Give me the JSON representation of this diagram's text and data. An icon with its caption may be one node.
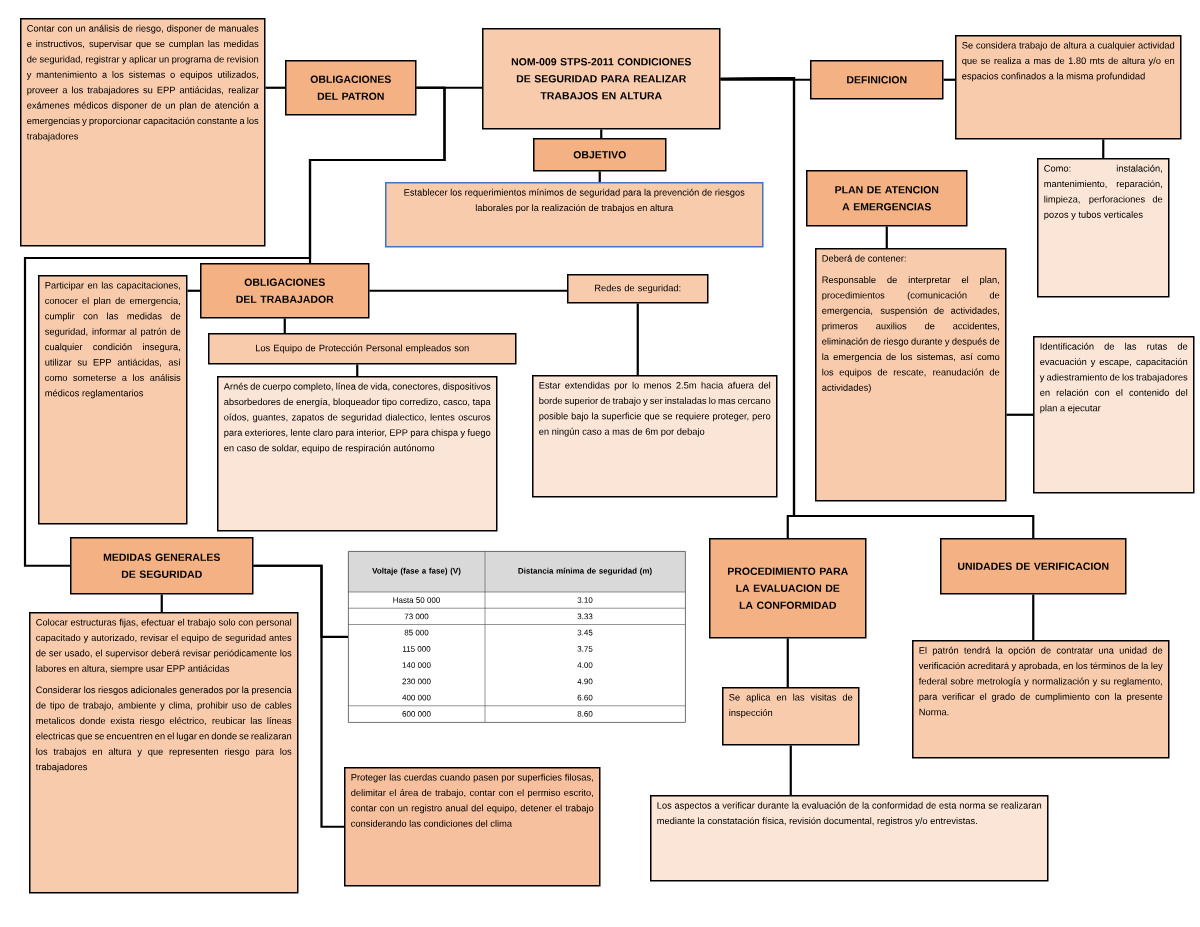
{
  "diagram": {
    "nodes": [
      {
        "text": [
          "NOM-009 STPS-2011 CONDICIONES DE SEGURIDAD PARA REALIZAR TRABAJOS EN ALTURA"
        ]
      },
      {
        "text": [
          "OBLIGACIONES DEL PATRON"
        ]
      },
      {
        "text": [
          "Contar con un análisis de riesgo, disponer de manuales e instructivos, supervisar que se cumplan las medidas de seguridad, registrar y aplicar un programa de revision y mantenimiento a los sistemas o equipos utilizados, proveer a los trabajadores su EPP antiácidas, realizar exámenes médicos disponer de un plan de atención a emergencias y proporcionar capacitación constante a los trabajadores"
        ]
      },
      {
        "text": [
          "OBJETIVO"
        ]
      },
      {
        "text": [
          "Establecer los requerimientos mínimos de seguridad para la prevención de riesgos laborales por la realización de trabajos en altura"
        ]
      },
      {
        "text": [
          "DEFINICION"
        ]
      },
      {
        "text": [
          "Se considera trabajo de altura a cualquier actividad que se realiza a mas de 1.80 mts de altura y/o en espacios confinados a la misma profundidad"
        ]
      },
      {
        "text": [
          "Como: instalación, mantenimiento, reparación, limpieza, perforaciones de pozos y tubos verticales"
        ]
      },
      {
        "text": [
          "PLAN DE ATENCION A EMERGENCIAS"
        ]
      },
      {
        "text": [
          "Deberá de contener:",
          "Responsable de interpretar el plan, procedimientos (comunicación de emergencia, suspensión de actividades, primeros auxilios de accidentes, eliminación de riesgo durante y después de la emergencia de los sistemas, así como los equipos de rescate, reanudación de actividades)"
        ]
      },
      {
        "text": [
          "Identificación de las rutas de evacuación y escape, capacitación y adiestramiento de los trabajadores en relación con el contenido del plan a ejecutar"
        ]
      },
      {
        "text": [
          "OBLIGACIONES DEL TRABAJADOR"
        ]
      },
      {
        "text": [
          "Participar en las capacitaciones, conocer el plan de emergencia, cumplir con las medidas de seguridad, informar al patrón de cualquier condición insegura, utilizar su EPP antiácidas, así como someterse a los análisis médicos reglamentarios"
        ]
      },
      {
        "text": [
          "Los Equipo de Protección Personal empleados son"
        ]
      },
      {
        "text": [
          "Arnés de cuerpo completo, línea de vida, conectores, dispositivos absorbedores de energía, bloqueador tipo corredizo, casco, tapa oídos, guantes, zapatos de seguridad dialectico, lentes oscuros para exteriores, lente claro para interior, EPP para chispa y fuego en caso de soldar, equipo de respiración autónomo"
        ]
      },
      {
        "text": [
          "Redes de seguridad:"
        ]
      },
      {
        "text": [
          "Estar extendidas por lo menos 2.5m hacia afuera del borde superior de trabajo y ser instaladas lo mas cercano posible bajo la superficie que se requiere proteger, pero en ningún caso a mas de 6m por debajo"
        ]
      },
      {
        "text": [
          "MEDIDAS GENERALES DE SEGURIDAD"
        ]
      },
      {
        "text": [
          "Colocar estructuras fijas, efectuar el trabajo solo con personal capacitado y autorizado, revisar el equipo de seguridad antes de ser usado, el supervisor deberá revisar periódicamente los labores en altura, siempre usar EPP antiácidas",
          "Considerar los riesgos adicionales generados por la presencia de tipo de trabajo, ambiente y clima, prohibir uso de cables metalicos donde exista riesgo eléctrico, reubicar las líneas electricas que se encuentren en el lugar en donde se realizaran los trabajos en altura y que representen riesgo para los trabajadores"
        ]
      },
      {
        "text": [],
        "shape": "table"
      },
      {
        "text": [
          "Proteger las cuerdas cuando pasen por superficies filosas, delimitar el área de trabajo, contar con el permiso escrito, contar con un registro anual del equipo, detener el trabajo considerando las condiciones del clima"
        ]
      },
      {
        "text": [
          "PROCEDIMIENTO PARA LA EVALUACION DE LA CONFORMIDAD"
        ]
      },
      {
        "text": [
          "Se aplica en las visitas de inspección"
        ]
      },
      {
        "text": [
          "Los aspectos a verificar durante la evaluación de la conformidad de esta norma se realizaran mediante la constatación física, revisión documental, registros y/o entrevistas."
        ]
      },
      {
        "text": [
          "UNIDADES DE VERIFICACION"
        ]
      },
      {
        "text": [
          "El patrón tendrá la opción de contratar una unidad de verificación acreditará y aprobada, en los términos de la ley federal sobre metrología y normalización y su reglamento, para verificar el grado de cumplimiento con la presente Norma."
        ]
      }
    ],
    "edges": [
      {
        "from": 0,
        "to": 3,
        "arrow": "none"
      },
      {
        "from": 3,
        "to": 4,
        "arrow": "none"
      },
      {
        "from": 2,
        "to": 1,
        "arrow": "none"
      },
      {
        "from": 1,
        "to": 0,
        "arrow": "none"
      },
      {
        "from": 0,
        "to": 5,
        "arrow": "none"
      },
      {
        "from": 5,
        "to": 6,
        "arrow": "none"
      },
      {
        "from": 6,
        "to": 7,
        "arrow": "none"
      },
      {
        "from": 0,
        "to": 21,
        "arrow": "none"
      },
      {
        "from": 0,
        "to": 24,
        "arrow": "none"
      },
      {
        "from": 8,
        "to": 9,
        "arrow": "none"
      },
      {
        "from": 9,
        "to": 10,
        "arrow": "none"
      },
      {
        "from": 1,
        "to": 11,
        "arrow": "none"
      },
      {
        "from": 1,
        "to": 17,
        "arrow": "none"
      },
      {
        "from": 11,
        "to": 12,
        "arrow": "none"
      },
      {
        "from": 11,
        "to": 15,
        "arrow": "none"
      },
      {
        "from": 11,
        "to": 13,
        "arrow": "none"
      },
      {
        "from": 13,
        "to": 14,
        "arrow": "none"
      },
      {
        "from": 15,
        "to": 16,
        "arrow": "none"
      },
      {
        "from": 17,
        "to": 18,
        "arrow": "none"
      },
      {
        "from": 17,
        "to": 19,
        "arrow": "none"
      },
      {
        "from": 17,
        "to": 20,
        "arrow": "none"
      },
      {
        "from": 21,
        "to": 22,
        "arrow": "none"
      },
      {
        "from": 22,
        "to": 23,
        "arrow": "none"
      },
      {
        "from": 24,
        "to": 25,
        "arrow": "none"
      }
    ],
    "labels": [
      "Voltaje (fase a fase) (V)",
      "Distancia mínima de seguridad (m)",
      "Hasta 50 000",
      "3.10",
      "73 000",
      "3.33",
      "85 000",
      "3.45",
      "115 000",
      "3.75",
      "140 000",
      "4.00",
      "230 000",
      "4.90",
      "400 000",
      "6.60",
      "600 000",
      "8.60"
    ]
  }
}
